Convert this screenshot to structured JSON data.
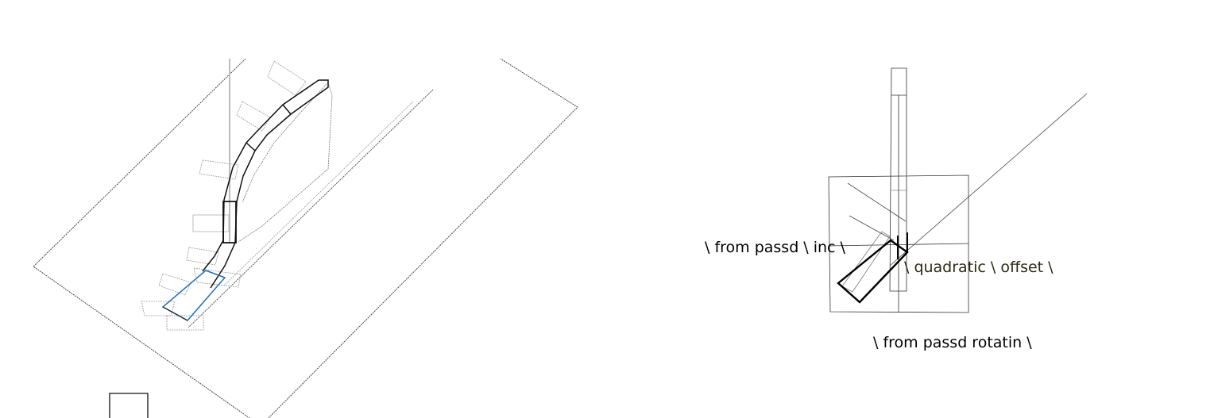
{
  "labels": {
    "from_passd_inc": "\\ from passd \\ inc \\",
    "quadratic_offset": "\\ quadratic \\ offset \\",
    "from_passd_rotatin": "\\ from passd rotatin \\"
  },
  "colors": {
    "background": "#ffffff",
    "stroke_main": "#000000",
    "stroke_faint": "#9a9a9a",
    "stroke_light": "#bdbdbd",
    "highlight": "#1a6fbf",
    "offset_label": "#2c2a10"
  }
}
